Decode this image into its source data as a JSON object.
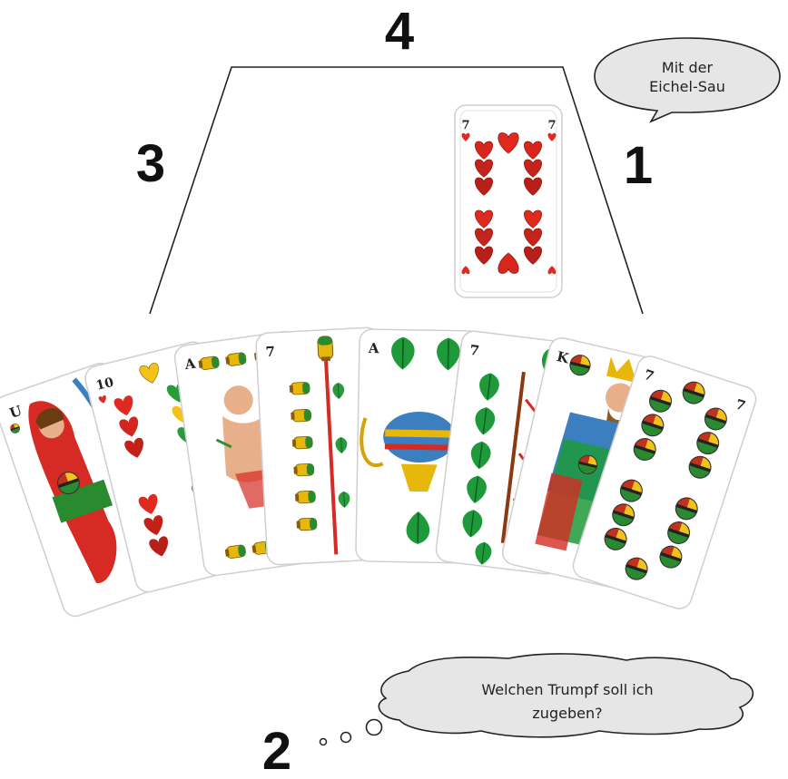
{
  "players": {
    "north": "4",
    "west": "3",
    "east": "1",
    "south": "2"
  },
  "speech_bubble": {
    "line1": "Mit der",
    "line2": "Eichel-Sau"
  },
  "thought_bubble": {
    "line1": "Welchen Trumpf soll ich",
    "line2": "zugeben?"
  },
  "colors": {
    "herz": "#e02a1f",
    "gras": "#1e9a3a",
    "eichel": "#e8b70c",
    "schellen": "#c2311b",
    "card_border": "#cfcfcf"
  },
  "trick_card": {
    "rank": "7",
    "suit": "herz"
  },
  "hand": [
    {
      "rank": "U",
      "suit": "schellen",
      "name": "Schellen-Unter"
    },
    {
      "rank": "10",
      "suit": "herz",
      "name": "Herz-Zehn"
    },
    {
      "rank": "A",
      "suit": "eichel",
      "name": "Eichel-Sau"
    },
    {
      "rank": "7",
      "suit": "eichel",
      "name": "Eichel-Sieben"
    },
    {
      "rank": "A",
      "suit": "gras",
      "name": "Gras-Sau"
    },
    {
      "rank": "7",
      "suit": "gras",
      "name": "Gras-Sieben"
    },
    {
      "rank": "K",
      "suit": "schellen",
      "name": "Schellen-König"
    },
    {
      "rank": "7",
      "suit": "schellen",
      "name": "Schellen-Sieben"
    }
  ]
}
